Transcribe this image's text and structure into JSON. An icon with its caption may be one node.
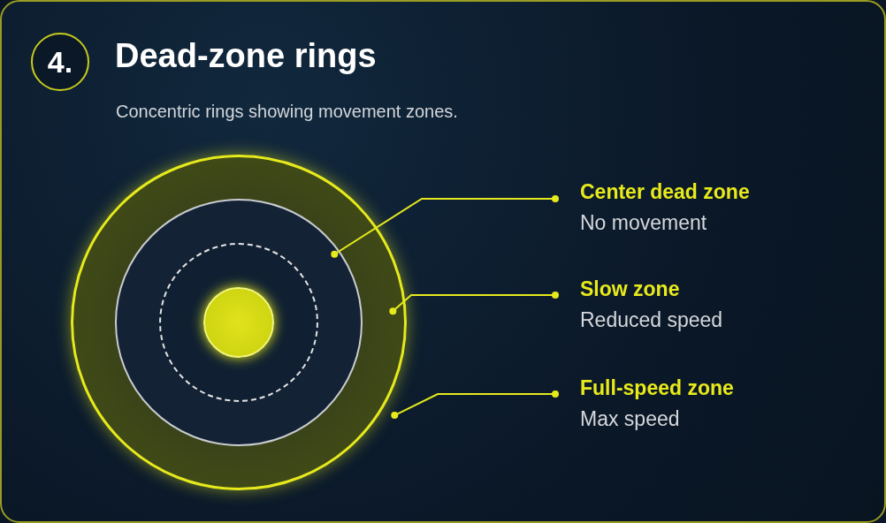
{
  "diagram": {
    "title": "Dead-zone rings",
    "nodes": [
      {
        "text": [
          "4."
        ]
      },
      {
        "text": [
          "Center dead zone",
          "No movement"
        ]
      },
      {
        "text": [
          "Slow zone",
          "Reduced speed"
        ]
      },
      {
        "text": [
          "Full-speed zone",
          "Max speed"
        ]
      },
      {
        "text": [],
        "shape": "circle"
      },
      {
        "text": [],
        "shape": "circle",
        "in": 4
      },
      {
        "text": [],
        "shape": "circle",
        "in": 5
      },
      {
        "text": [],
        "shape": "circle",
        "in": 6
      }
    ],
    "edges": [
      {
        "from": 1,
        "to": 5,
        "arrow": "other"
      },
      {
        "from": 2,
        "to": 4,
        "arrow": "other"
      },
      {
        "from": 3,
        "to": 4,
        "arrow": "other"
      }
    ],
    "labels": [
      "Concentric rings showing movement zones."
    ]
  }
}
